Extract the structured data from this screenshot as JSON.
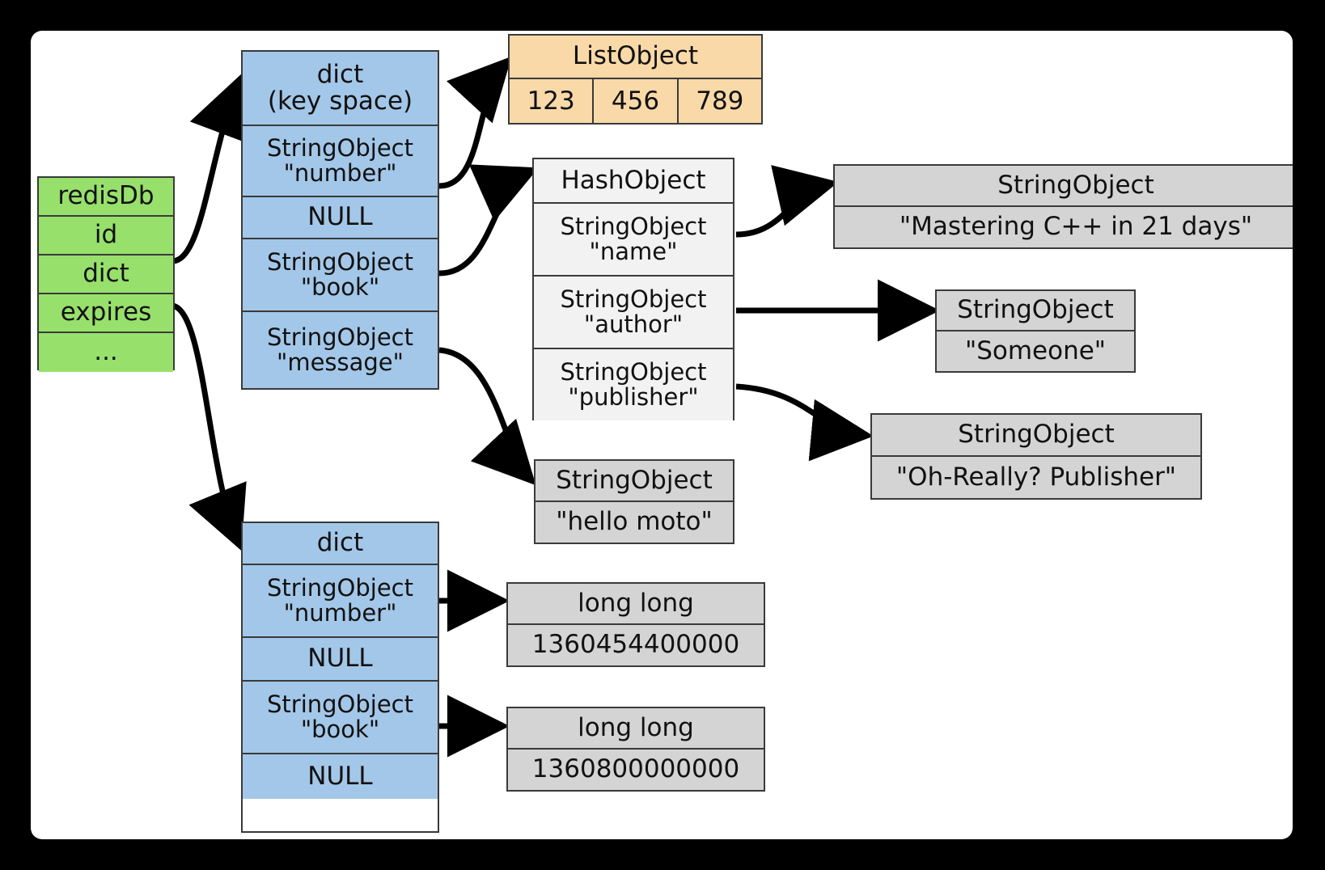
{
  "diagram": {
    "title": "Redis database key space object graph",
    "colors": {
      "frame": "#000000",
      "canvas": "#ffffff",
      "green": "#97e06c",
      "blue": "#a3c7e8",
      "orange": "#f9d9a8",
      "gray": "#d4d4d4",
      "white_box": "#f2f2f2",
      "border": "#3a3a3a",
      "arrow": "#000000"
    }
  },
  "nodes": {
    "redisdb": {
      "name": "redisDb",
      "rows": [
        "redisDb",
        "id",
        "dict",
        "expires",
        "..."
      ]
    },
    "keyspace_dict": {
      "rows": [
        "dict\n(key space)",
        "StringObject\n\"number\"",
        "NULL",
        "StringObject\n\"book\"",
        "StringObject\n\"message\""
      ]
    },
    "list_object": {
      "header": "ListObject",
      "items": [
        "123",
        "456",
        "789"
      ]
    },
    "hash_object": {
      "rows": [
        "HashObject",
        "StringObject\n\"name\"",
        "StringObject\n\"author\"",
        "StringObject\n\"publisher\""
      ]
    },
    "string_mastering": {
      "header": "StringObject",
      "value": "\"Mastering C++ in 21 days\""
    },
    "string_someone": {
      "header": "StringObject",
      "value": "\"Someone\""
    },
    "string_publisher": {
      "header": "StringObject",
      "value": "\"Oh-Really? Publisher\""
    },
    "string_hello": {
      "header": "StringObject",
      "value": "\"hello moto\""
    },
    "expires_dict": {
      "rows": [
        "dict",
        "StringObject\n\"number\"",
        "NULL",
        "StringObject\n\"book\"",
        "NULL"
      ]
    },
    "longlong_number": {
      "header": "long long",
      "value": "1360454400000"
    },
    "longlong_book": {
      "header": "long long",
      "value": "1360800000000"
    }
  }
}
